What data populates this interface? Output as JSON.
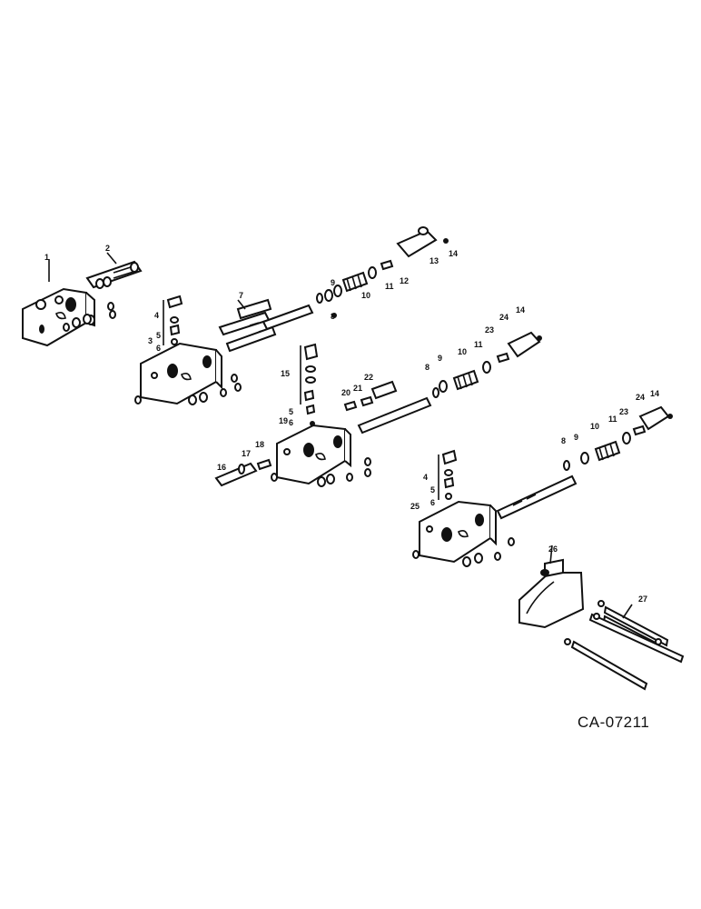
{
  "diagram": {
    "figure_code": "CA-07211",
    "callouts": [
      "1",
      "2",
      "3",
      "4",
      "5",
      "6",
      "7",
      "8",
      "9",
      "10",
      "11",
      "12",
      "13",
      "14",
      "15",
      "16",
      "17",
      "18",
      "19",
      "20",
      "21",
      "22",
      "23",
      "24",
      "25",
      "26",
      "27"
    ],
    "extra_callouts": {
      "row2_4": "4",
      "row2_5": "5",
      "row2_6": "6",
      "row3_8": "8",
      "row3_9": "9",
      "row3_10": "10",
      "row3_11": "11",
      "row3_14": "14",
      "row4_8": "8",
      "row4_9": "9",
      "row4_10": "10",
      "row4_11": "11",
      "row4_23": "23",
      "row4_24": "24",
      "row4_14": "14",
      "row1_6": "6",
      "row1_8": "8",
      "row1_15a": "5",
      "row1_15b": "6"
    }
  }
}
